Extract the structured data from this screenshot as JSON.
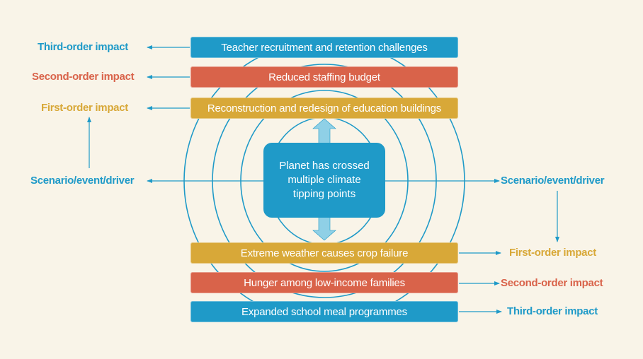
{
  "colors": {
    "blue": "#1f9ac8",
    "orange": "#d9634a",
    "gold": "#d8a838",
    "arrow_fill": "#8fd0e6",
    "background": "#f9f4e8"
  },
  "center": {
    "lines": [
      "Planet has crossed",
      "multiple climate",
      "tipping points"
    ]
  },
  "top_chain": {
    "third": "Teacher recruitment and retention challenges",
    "second": "Reduced staffing budget",
    "first": "Reconstruction and redesign of education buildings"
  },
  "bottom_chain": {
    "first": "Extreme weather causes crop failure",
    "second": "Hunger among low-income families",
    "third": "Expanded school meal programmes"
  },
  "left_labels": {
    "third": "Third-order impact",
    "second": "Second-order impact",
    "first": "First-order impact",
    "driver": "Scenario/event/driver"
  },
  "right_labels": {
    "driver": "Scenario/event/driver",
    "first": "First-order impact",
    "second": "Second-order impact",
    "third": "Third-order impact"
  }
}
